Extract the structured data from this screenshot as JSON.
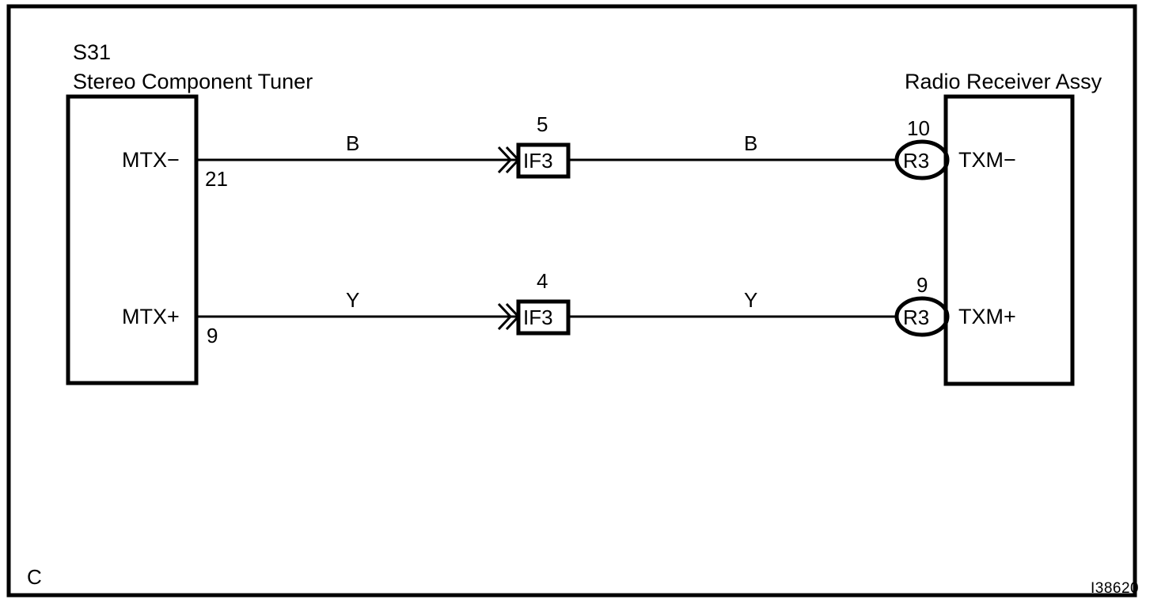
{
  "diagram": {
    "title_left_code": "S31",
    "title_left_name": "Stereo Component Tuner",
    "title_right_name": "Radio Receiver Assy",
    "corner_label": "C",
    "figure_code": "I38620",
    "frame_color": "#000000",
    "background_color": "#ffffff",
    "line_color": "#000000"
  },
  "left_connector": {
    "name": "Stereo Component Tuner",
    "code": "S31",
    "terminals": [
      {
        "label": "MTX−",
        "pin": "21"
      },
      {
        "label": "MTX+",
        "pin": "9"
      }
    ]
  },
  "right_connector": {
    "name": "Radio Receiver Assy",
    "terminals": [
      {
        "label": "TXM−",
        "pin": "10"
      },
      {
        "label": "TXM+",
        "pin": "9"
      }
    ]
  },
  "circuits": [
    {
      "id": "circuit-top",
      "from_terminal": "MTX−",
      "from_pin": "21",
      "wire_color_left": "B",
      "junction": {
        "type": "box",
        "label": "IF3",
        "pin": "5"
      },
      "wire_color_right": "B",
      "splice": {
        "type": "oval",
        "label": "R3",
        "pin": "10"
      },
      "to_terminal": "TXM−"
    },
    {
      "id": "circuit-bottom",
      "from_terminal": "MTX+",
      "from_pin": "9",
      "wire_color_left": "Y",
      "junction": {
        "type": "box",
        "label": "IF3",
        "pin": "4"
      },
      "wire_color_right": "Y",
      "splice": {
        "type": "oval",
        "label": "R3",
        "pin": "9"
      },
      "to_terminal": "TXM+"
    }
  ]
}
